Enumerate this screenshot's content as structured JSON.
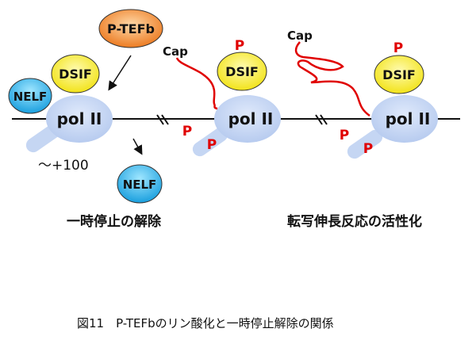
{
  "diagram": {
    "labels": {
      "ptefb": "P-TEFb",
      "cap": "Cap",
      "dsif": "DSIF",
      "nelf": "NELF",
      "pol2": "pol II",
      "p": "P",
      "position": "～+100"
    },
    "stage_titles": [
      "一時停止の解除",
      "転写伸長反応の活性化"
    ],
    "caption": "図11　P-TEFbのリン酸化と一時停止解除の関係",
    "colors": {
      "pol2": "#c5d6f3",
      "dsif": "#f5ec2a",
      "nelf": "#2ab0e8",
      "ptefb": "#f08a30",
      "rna": "#e00000",
      "phospho": "#e00000"
    }
  }
}
